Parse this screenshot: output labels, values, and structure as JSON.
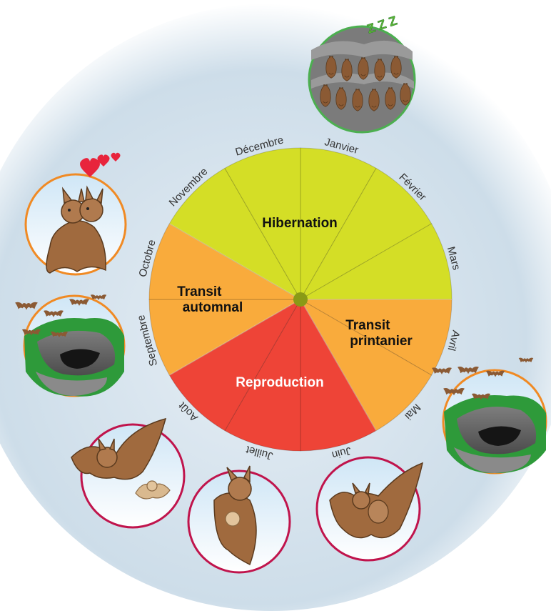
{
  "months": [
    "Janvier",
    "Février",
    "Mars",
    "Avril",
    "Mai",
    "Juin",
    "Juillet",
    "Août",
    "Septembre",
    "Octobre",
    "Novembre",
    "Décembre"
  ],
  "phases": {
    "hibernation": {
      "lines": [
        "Hibernation"
      ],
      "color": "#d4de26"
    },
    "transit_printanier": {
      "lines": [
        "Transit",
        "printanier"
      ],
      "color": "#f9ab3c"
    },
    "reproduction": {
      "lines": [
        "Reproduction"
      ],
      "color": "#ee4437"
    },
    "transit_automnal": {
      "lines": [
        "Transit",
        "automnal"
      ],
      "color": "#f9ab3c"
    }
  },
  "sleep_text": "Z Z Z",
  "colors": {
    "background_gradient_inner": "#e6eef5",
    "background_gradient_outer": "#cddde9",
    "hibernation_ring": "#4caf50",
    "transit_ring": "#f08a24",
    "reproduction_ring": "#c0144c",
    "bat_brown": "#8b5a34",
    "heart_red": "#e8243c",
    "center_dot": "#8a9a16"
  },
  "illustrations": [
    {
      "name": "hibernating-bats-illustration",
      "phase": "hibernation"
    },
    {
      "name": "courting-bats-illustration",
      "phase": "transit_automnal"
    },
    {
      "name": "bats-leaving-cave-autumn-illustration",
      "phase": "transit_automnal"
    },
    {
      "name": "bats-arriving-cave-spring-illustration",
      "phase": "transit_printanier"
    },
    {
      "name": "pregnant-bat-illustration",
      "phase": "reproduction"
    },
    {
      "name": "nursing-bat-illustration",
      "phase": "reproduction"
    },
    {
      "name": "bat-with-pup-illustration",
      "phase": "reproduction"
    }
  ]
}
